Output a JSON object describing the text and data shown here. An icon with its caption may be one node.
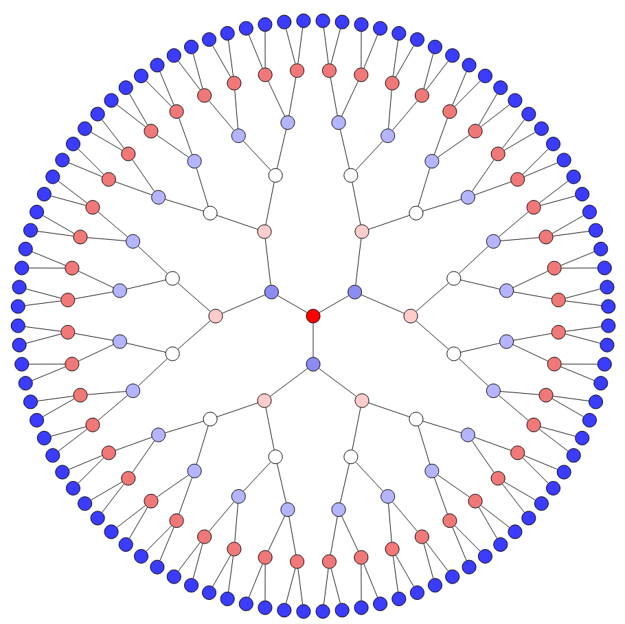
{
  "diagram": {
    "nodes": [
      {
        "text": [],
        "shape": "circle"
      },
      {
        "text": [],
        "shape": "circle"
      },
      {
        "text": [],
        "shape": "circle"
      },
      {
        "text": [],
        "shape": "circle"
      },
      {
        "text": [],
        "shape": "circle"
      },
      {
        "text": [],
        "shape": "circle"
      },
      {
        "text": [],
        "shape": "circle"
      },
      {
        "text": [],
        "shape": "circle"
      },
      {
        "text": [],
        "shape": "circle"
      },
      {
        "text": [],
        "shape": "circle"
      },
      {
        "text": [],
        "shape": "circle"
      },
      {
        "text": [],
        "shape": "circle"
      },
      {
        "text": [],
        "shape": "circle"
      },
      {
        "text": [],
        "shape": "circle"
      },
      {
        "text": [],
        "shape": "circle"
      },
      {
        "text": [],
        "shape": "circle"
      },
      {
        "text": [],
        "shape": "circle"
      },
      {
        "text": [],
        "shape": "circle"
      },
      {
        "text": [],
        "shape": "circle"
      },
      {
        "text": [],
        "shape": "circle"
      },
      {
        "text": [],
        "shape": "circle"
      },
      {
        "text": [],
        "shape": "circle"
      },
      {
        "text": [],
        "shape": "circle"
      },
      {
        "text": [],
        "shape": "circle"
      },
      {
        "text": [],
        "shape": "circle"
      },
      {
        "text": [],
        "shape": "circle"
      },
      {
        "text": [],
        "shape": "circle"
      },
      {
        "text": [],
        "shape": "circle"
      },
      {
        "text": [],
        "shape": "circle"
      },
      {
        "text": [],
        "shape": "circle"
      },
      {
        "text": [],
        "shape": "circle"
      },
      {
        "text": [],
        "shape": "circle"
      },
      {
        "text": [],
        "shape": "circle"
      },
      {
        "text": [],
        "shape": "circle"
      },
      {
        "text": [],
        "shape": "circle"
      },
      {
        "text": [],
        "shape": "circle"
      },
      {
        "text": [],
        "shape": "circle"
      },
      {
        "text": [],
        "shape": "circle"
      },
      {
        "text": [],
        "shape": "circle"
      },
      {
        "text": [],
        "shape": "circle"
      },
      {
        "text": [],
        "shape": "circle"
      },
      {
        "text": [],
        "shape": "circle"
      },
      {
        "text": [],
        "shape": "circle"
      },
      {
        "text": [],
        "shape": "circle"
      },
      {
        "text": [],
        "shape": "circle"
      },
      {
        "text": [],
        "shape": "circle"
      },
      {
        "text": [],
        "shape": "circle"
      },
      {
        "text": [],
        "shape": "circle"
      },
      {
        "text": [],
        "shape": "circle"
      },
      {
        "text": [],
        "shape": "circle"
      },
      {
        "text": [],
        "shape": "circle"
      },
      {
        "text": [],
        "shape": "circle"
      },
      {
        "text": [],
        "shape": "circle"
      },
      {
        "text": [],
        "shape": "circle"
      },
      {
        "text": [],
        "shape": "circle"
      },
      {
        "text": [],
        "shape": "circle"
      },
      {
        "text": [],
        "shape": "circle"
      },
      {
        "text": [],
        "shape": "circle"
      },
      {
        "text": [],
        "shape": "circle"
      },
      {
        "text": [],
        "shape": "circle"
      },
      {
        "text": [],
        "shape": "circle"
      },
      {
        "text": [],
        "shape": "circle"
      },
      {
        "text": [],
        "shape": "circle"
      },
      {
        "text": [],
        "shape": "circle"
      },
      {
        "text": [],
        "shape": "circle"
      },
      {
        "text": [],
        "shape": "circle"
      },
      {
        "text": [],
        "shape": "circle"
      },
      {
        "text": [],
        "shape": "circle"
      },
      {
        "text": [],
        "shape": "circle"
      },
      {
        "text": [],
        "shape": "circle"
      },
      {
        "text": [],
        "shape": "circle"
      },
      {
        "text": [],
        "shape": "circle"
      },
      {
        "text": [],
        "shape": "circle"
      },
      {
        "text": [],
        "shape": "circle"
      },
      {
        "text": [],
        "shape": "circle"
      },
      {
        "text": [],
        "shape": "circle"
      },
      {
        "text": [],
        "shape": "circle"
      },
      {
        "text": [],
        "shape": "circle"
      },
      {
        "text": [],
        "shape": "circle"
      },
      {
        "text": [],
        "shape": "circle"
      },
      {
        "text": [],
        "shape": "circle"
      },
      {
        "text": [],
        "shape": "circle"
      },
      {
        "text": [],
        "shape": "circle"
      },
      {
        "text": [],
        "shape": "circle"
      },
      {
        "text": [],
        "shape": "circle"
      },
      {
        "text": [],
        "shape": "circle"
      },
      {
        "text": [],
        "shape": "circle"
      },
      {
        "text": [],
        "shape": "circle"
      },
      {
        "text": [],
        "shape": "circle"
      },
      {
        "text": [],
        "shape": "circle"
      },
      {
        "text": [],
        "shape": "circle"
      },
      {
        "text": [],
        "shape": "circle"
      },
      {
        "text": [],
        "shape": "circle"
      },
      {
        "text": [],
        "shape": "circle"
      },
      {
        "text": [],
        "shape": "circle"
      },
      {
        "text": [],
        "shape": "circle"
      },
      {
        "text": [],
        "shape": "circle"
      },
      {
        "text": [],
        "shape": "circle"
      },
      {
        "text": [],
        "shape": "circle"
      },
      {
        "text": [],
        "shape": "circle"
      },
      {
        "text": [],
        "shape": "circle"
      },
      {
        "text": [],
        "shape": "circle"
      },
      {
        "text": [],
        "shape": "circle"
      },
      {
        "text": [],
        "shape": "circle"
      },
      {
        "text": [],
        "shape": "circle"
      },
      {
        "text": [],
        "shape": "circle"
      },
      {
        "text": [],
        "shape": "circle"
      },
      {
        "text": [],
        "shape": "circle"
      },
      {
        "text": [],
        "shape": "circle"
      },
      {
        "text": [],
        "shape": "circle"
      },
      {
        "text": [],
        "shape": "circle"
      },
      {
        "text": [],
        "shape": "circle"
      },
      {
        "text": [],
        "shape": "circle"
      },
      {
        "text": [],
        "shape": "circle"
      },
      {
        "text": [],
        "shape": "circle"
      },
      {
        "text": [],
        "shape": "circle"
      },
      {
        "text": [],
        "shape": "circle"
      },
      {
        "text": [],
        "shape": "circle"
      },
      {
        "text": [],
        "shape": "circle"
      },
      {
        "text": [],
        "shape": "circle"
      },
      {
        "text": [],
        "shape": "circle"
      },
      {
        "text": [],
        "shape": "circle"
      },
      {
        "text": [],
        "shape": "circle"
      },
      {
        "text": [],
        "shape": "circle"
      },
      {
        "text": [],
        "shape": "circle"
      },
      {
        "text": [],
        "shape": "circle"
      },
      {
        "text": [],
        "shape": "circle"
      },
      {
        "text": [],
        "shape": "circle"
      },
      {
        "text": [],
        "shape": "circle"
      },
      {
        "text": [],
        "shape": "circle"
      },
      {
        "text": [],
        "shape": "circle"
      },
      {
        "text": [],
        "shape": "circle"
      },
      {
        "text": [],
        "shape": "circle"
      },
      {
        "text": [],
        "shape": "circle"
      },
      {
        "text": [],
        "shape": "circle"
      },
      {
        "text": [],
        "shape": "circle"
      },
      {
        "text": [],
        "shape": "circle"
      },
      {
        "text": [],
        "shape": "circle"
      },
      {
        "text": [],
        "shape": "circle"
      },
      {
        "text": [],
        "shape": "circle"
      },
      {
        "text": [],
        "shape": "circle"
      },
      {
        "text": [],
        "shape": "circle"
      },
      {
        "text": [],
        "shape": "circle"
      },
      {
        "text": [],
        "shape": "circle"
      },
      {
        "text": [],
        "shape": "circle"
      },
      {
        "text": [],
        "shape": "circle"
      },
      {
        "text": [],
        "shape": "circle"
      },
      {
        "text": [],
        "shape": "circle"
      },
      {
        "text": [],
        "shape": "circle"
      },
      {
        "text": [],
        "shape": "circle"
      },
      {
        "text": [],
        "shape": "circle"
      },
      {
        "text": [],
        "shape": "circle"
      },
      {
        "text": [],
        "shape": "circle"
      },
      {
        "text": [],
        "shape": "circle"
      },
      {
        "text": [],
        "shape": "circle"
      },
      {
        "text": [],
        "shape": "circle"
      },
      {
        "text": [],
        "shape": "circle"
      },
      {
        "text": [],
        "shape": "circle"
      },
      {
        "text": [],
        "shape": "circle"
      },
      {
        "text": [],
        "shape": "circle"
      },
      {
        "text": [],
        "shape": "circle"
      },
      {
        "text": [],
        "shape": "circle"
      },
      {
        "text": [],
        "shape": "circle"
      },
      {
        "text": [],
        "shape": "circle"
      },
      {
        "text": [],
        "shape": "circle"
      },
      {
        "text": [],
        "shape": "circle"
      },
      {
        "text": [],
        "shape": "circle"
      },
      {
        "text": [],
        "shape": "circle"
      },
      {
        "text": [],
        "shape": "circle"
      },
      {
        "text": [],
        "shape": "circle"
      },
      {
        "text": [],
        "shape": "circle"
      },
      {
        "text": [],
        "shape": "circle"
      },
      {
        "text": [],
        "shape": "circle"
      },
      {
        "text": [],
        "shape": "circle"
      },
      {
        "text": [],
        "shape": "circle"
      },
      {
        "text": [],
        "shape": "circle"
      },
      {
        "text": [],
        "shape": "circle"
      },
      {
        "text": [],
        "shape": "circle"
      },
      {
        "text": [],
        "shape": "circle"
      },
      {
        "text": [],
        "shape": "circle"
      },
      {
        "text": [],
        "shape": "circle"
      },
      {
        "text": [],
        "shape": "circle"
      },
      {
        "text": [],
        "shape": "circle"
      },
      {
        "text": [],
        "shape": "circle"
      },
      {
        "text": [],
        "shape": "circle"
      },
      {
        "text": [],
        "shape": "circle"
      },
      {
        "text": [],
        "shape": "circle"
      },
      {
        "text": [],
        "shape": "circle"
      },
      {
        "text": [],
        "shape": "circle"
      },
      {
        "text": [],
        "shape": "circle"
      }
    ],
    "edges": [
      {
        "from": 0,
        "to": 1,
        "arrow": "none"
      },
      {
        "from": 0,
        "to": 2,
        "arrow": "none"
      },
      {
        "from": 0,
        "to": 3,
        "arrow": "none"
      },
      {
        "from": 1,
        "to": 4,
        "arrow": "none"
      },
      {
        "from": 1,
        "to": 5,
        "arrow": "none"
      },
      {
        "from": 2,
        "to": 6,
        "arrow": "none"
      },
      {
        "from": 2,
        "to": 7,
        "arrow": "none"
      },
      {
        "from": 3,
        "to": 8,
        "arrow": "none"
      },
      {
        "from": 3,
        "to": 9,
        "arrow": "none"
      },
      {
        "from": 4,
        "to": 10,
        "arrow": "none"
      },
      {
        "from": 4,
        "to": 11,
        "arrow": "none"
      },
      {
        "from": 5,
        "to": 12,
        "arrow": "none"
      },
      {
        "from": 5,
        "to": 13,
        "arrow": "none"
      },
      {
        "from": 6,
        "to": 14,
        "arrow": "none"
      },
      {
        "from": 6,
        "to": 15,
        "arrow": "none"
      },
      {
        "from": 7,
        "to": 16,
        "arrow": "none"
      },
      {
        "from": 7,
        "to": 17,
        "arrow": "none"
      },
      {
        "from": 8,
        "to": 18,
        "arrow": "none"
      },
      {
        "from": 8,
        "to": 19,
        "arrow": "none"
      },
      {
        "from": 9,
        "to": 20,
        "arrow": "none"
      },
      {
        "from": 9,
        "to": 21,
        "arrow": "none"
      },
      {
        "from": 10,
        "to": 22,
        "arrow": "none"
      },
      {
        "from": 10,
        "to": 23,
        "arrow": "none"
      },
      {
        "from": 11,
        "to": 24,
        "arrow": "none"
      },
      {
        "from": 11,
        "to": 25,
        "arrow": "none"
      },
      {
        "from": 12,
        "to": 26,
        "arrow": "none"
      },
      {
        "from": 12,
        "to": 27,
        "arrow": "none"
      },
      {
        "from": 13,
        "to": 28,
        "arrow": "none"
      },
      {
        "from": 13,
        "to": 29,
        "arrow": "none"
      },
      {
        "from": 14,
        "to": 30,
        "arrow": "none"
      },
      {
        "from": 14,
        "to": 31,
        "arrow": "none"
      },
      {
        "from": 15,
        "to": 32,
        "arrow": "none"
      },
      {
        "from": 15,
        "to": 33,
        "arrow": "none"
      },
      {
        "from": 16,
        "to": 34,
        "arrow": "none"
      },
      {
        "from": 16,
        "to": 35,
        "arrow": "none"
      },
      {
        "from": 17,
        "to": 36,
        "arrow": "none"
      },
      {
        "from": 17,
        "to": 37,
        "arrow": "none"
      },
      {
        "from": 18,
        "to": 38,
        "arrow": "none"
      },
      {
        "from": 18,
        "to": 39,
        "arrow": "none"
      },
      {
        "from": 19,
        "to": 40,
        "arrow": "none"
      },
      {
        "from": 19,
        "to": 41,
        "arrow": "none"
      },
      {
        "from": 20,
        "to": 42,
        "arrow": "none"
      },
      {
        "from": 20,
        "to": 43,
        "arrow": "none"
      },
      {
        "from": 21,
        "to": 44,
        "arrow": "none"
      },
      {
        "from": 21,
        "to": 45,
        "arrow": "none"
      },
      {
        "from": 22,
        "to": 46,
        "arrow": "none"
      },
      {
        "from": 22,
        "to": 47,
        "arrow": "none"
      },
      {
        "from": 23,
        "to": 48,
        "arrow": "none"
      },
      {
        "from": 23,
        "to": 49,
        "arrow": "none"
      },
      {
        "from": 24,
        "to": 50,
        "arrow": "none"
      },
      {
        "from": 24,
        "to": 51,
        "arrow": "none"
      },
      {
        "from": 25,
        "to": 52,
        "arrow": "none"
      },
      {
        "from": 25,
        "to": 53,
        "arrow": "none"
      },
      {
        "from": 26,
        "to": 54,
        "arrow": "none"
      },
      {
        "from": 26,
        "to": 55,
        "arrow": "none"
      },
      {
        "from": 27,
        "to": 56,
        "arrow": "none"
      },
      {
        "from": 27,
        "to": 57,
        "arrow": "none"
      },
      {
        "from": 28,
        "to": 58,
        "arrow": "none"
      },
      {
        "from": 28,
        "to": 59,
        "arrow": "none"
      },
      {
        "from": 29,
        "to": 60,
        "arrow": "none"
      },
      {
        "from": 29,
        "to": 61,
        "arrow": "none"
      },
      {
        "from": 30,
        "to": 62,
        "arrow": "none"
      },
      {
        "from": 30,
        "to": 63,
        "arrow": "none"
      },
      {
        "from": 31,
        "to": 64,
        "arrow": "none"
      },
      {
        "from": 31,
        "to": 65,
        "arrow": "none"
      },
      {
        "from": 32,
        "to": 66,
        "arrow": "none"
      },
      {
        "from": 32,
        "to": 67,
        "arrow": "none"
      },
      {
        "from": 33,
        "to": 68,
        "arrow": "none"
      },
      {
        "from": 33,
        "to": 69,
        "arrow": "none"
      },
      {
        "from": 34,
        "to": 70,
        "arrow": "none"
      },
      {
        "from": 34,
        "to": 71,
        "arrow": "none"
      },
      {
        "from": 35,
        "to": 72,
        "arrow": "none"
      },
      {
        "from": 35,
        "to": 73,
        "arrow": "none"
      },
      {
        "from": 36,
        "to": 74,
        "arrow": "none"
      },
      {
        "from": 36,
        "to": 75,
        "arrow": "none"
      },
      {
        "from": 37,
        "to": 76,
        "arrow": "none"
      },
      {
        "from": 37,
        "to": 77,
        "arrow": "none"
      },
      {
        "from": 38,
        "to": 78,
        "arrow": "none"
      },
      {
        "from": 38,
        "to": 79,
        "arrow": "none"
      },
      {
        "from": 39,
        "to": 80,
        "arrow": "none"
      },
      {
        "from": 39,
        "to": 81,
        "arrow": "none"
      },
      {
        "from": 40,
        "to": 82,
        "arrow": "none"
      },
      {
        "from": 40,
        "to": 83,
        "arrow": "none"
      },
      {
        "from": 41,
        "to": 84,
        "arrow": "none"
      },
      {
        "from": 41,
        "to": 85,
        "arrow": "none"
      },
      {
        "from": 42,
        "to": 86,
        "arrow": "none"
      },
      {
        "from": 42,
        "to": 87,
        "arrow": "none"
      },
      {
        "from": 43,
        "to": 88,
        "arrow": "none"
      },
      {
        "from": 43,
        "to": 89,
        "arrow": "none"
      },
      {
        "from": 44,
        "to": 90,
        "arrow": "none"
      },
      {
        "from": 44,
        "to": 91,
        "arrow": "none"
      },
      {
        "from": 45,
        "to": 92,
        "arrow": "none"
      },
      {
        "from": 45,
        "to": 93,
        "arrow": "none"
      },
      {
        "from": 46,
        "to": 94,
        "arrow": "none"
      },
      {
        "from": 46,
        "to": 95,
        "arrow": "none"
      },
      {
        "from": 47,
        "to": 96,
        "arrow": "none"
      },
      {
        "from": 47,
        "to": 97,
        "arrow": "none"
      },
      {
        "from": 48,
        "to": 98,
        "arrow": "none"
      },
      {
        "from": 48,
        "to": 99,
        "arrow": "none"
      },
      {
        "from": 49,
        "to": 100,
        "arrow": "none"
      },
      {
        "from": 49,
        "to": 101,
        "arrow": "none"
      },
      {
        "from": 50,
        "to": 102,
        "arrow": "none"
      },
      {
        "from": 50,
        "to": 103,
        "arrow": "none"
      },
      {
        "from": 51,
        "to": 104,
        "arrow": "none"
      },
      {
        "from": 51,
        "to": 105,
        "arrow": "none"
      },
      {
        "from": 52,
        "to": 106,
        "arrow": "none"
      },
      {
        "from": 52,
        "to": 107,
        "arrow": "none"
      },
      {
        "from": 53,
        "to": 108,
        "arrow": "none"
      },
      {
        "from": 53,
        "to": 109,
        "arrow": "none"
      },
      {
        "from": 54,
        "to": 110,
        "arrow": "none"
      },
      {
        "from": 54,
        "to": 111,
        "arrow": "none"
      },
      {
        "from": 55,
        "to": 112,
        "arrow": "none"
      },
      {
        "from": 55,
        "to": 113,
        "arrow": "none"
      },
      {
        "from": 56,
        "to": 114,
        "arrow": "none"
      },
      {
        "from": 56,
        "to": 115,
        "arrow": "none"
      },
      {
        "from": 57,
        "to": 116,
        "arrow": "none"
      },
      {
        "from": 57,
        "to": 117,
        "arrow": "none"
      },
      {
        "from": 58,
        "to": 118,
        "arrow": "none"
      },
      {
        "from": 58,
        "to": 119,
        "arrow": "none"
      },
      {
        "from": 59,
        "to": 120,
        "arrow": "none"
      },
      {
        "from": 59,
        "to": 121,
        "arrow": "none"
      },
      {
        "from": 60,
        "to": 122,
        "arrow": "none"
      },
      {
        "from": 60,
        "to": 123,
        "arrow": "none"
      },
      {
        "from": 61,
        "to": 124,
        "arrow": "none"
      },
      {
        "from": 61,
        "to": 125,
        "arrow": "none"
      },
      {
        "from": 62,
        "to": 126,
        "arrow": "none"
      },
      {
        "from": 62,
        "to": 127,
        "arrow": "none"
      },
      {
        "from": 63,
        "to": 128,
        "arrow": "none"
      },
      {
        "from": 63,
        "to": 129,
        "arrow": "none"
      },
      {
        "from": 64,
        "to": 130,
        "arrow": "none"
      },
      {
        "from": 64,
        "to": 131,
        "arrow": "none"
      },
      {
        "from": 65,
        "to": 132,
        "arrow": "none"
      },
      {
        "from": 65,
        "to": 133,
        "arrow": "none"
      },
      {
        "from": 66,
        "to": 134,
        "arrow": "none"
      },
      {
        "from": 66,
        "to": 135,
        "arrow": "none"
      },
      {
        "from": 67,
        "to": 136,
        "arrow": "none"
      },
      {
        "from": 67,
        "to": 137,
        "arrow": "none"
      },
      {
        "from": 68,
        "to": 138,
        "arrow": "none"
      },
      {
        "from": 68,
        "to": 139,
        "arrow": "none"
      },
      {
        "from": 69,
        "to": 140,
        "arrow": "none"
      },
      {
        "from": 69,
        "to": 141,
        "arrow": "none"
      },
      {
        "from": 70,
        "to": 142,
        "arrow": "none"
      },
      {
        "from": 70,
        "to": 143,
        "arrow": "none"
      },
      {
        "from": 71,
        "to": 144,
        "arrow": "none"
      },
      {
        "from": 71,
        "to": 145,
        "arrow": "none"
      },
      {
        "from": 72,
        "to": 146,
        "arrow": "none"
      },
      {
        "from": 72,
        "to": 147,
        "arrow": "none"
      },
      {
        "from": 73,
        "to": 148,
        "arrow": "none"
      },
      {
        "from": 73,
        "to": 149,
        "arrow": "none"
      },
      {
        "from": 74,
        "to": 150,
        "arrow": "none"
      },
      {
        "from": 74,
        "to": 151,
        "arrow": "none"
      },
      {
        "from": 75,
        "to": 152,
        "arrow": "none"
      },
      {
        "from": 75,
        "to": 153,
        "arrow": "none"
      },
      {
        "from": 76,
        "to": 154,
        "arrow": "none"
      },
      {
        "from": 76,
        "to": 155,
        "arrow": "none"
      },
      {
        "from": 77,
        "to": 156,
        "arrow": "none"
      },
      {
        "from": 77,
        "to": 157,
        "arrow": "none"
      },
      {
        "from": 78,
        "to": 158,
        "arrow": "none"
      },
      {
        "from": 78,
        "to": 159,
        "arrow": "none"
      },
      {
        "from": 79,
        "to": 160,
        "arrow": "none"
      },
      {
        "from": 79,
        "to": 161,
        "arrow": "none"
      },
      {
        "from": 80,
        "to": 162,
        "arrow": "none"
      },
      {
        "from": 80,
        "to": 163,
        "arrow": "none"
      },
      {
        "from": 81,
        "to": 164,
        "arrow": "none"
      },
      {
        "from": 81,
        "to": 165,
        "arrow": "none"
      },
      {
        "from": 82,
        "to": 166,
        "arrow": "none"
      },
      {
        "from": 82,
        "to": 167,
        "arrow": "none"
      },
      {
        "from": 83,
        "to": 168,
        "arrow": "none"
      },
      {
        "from": 83,
        "to": 169,
        "arrow": "none"
      },
      {
        "from": 84,
        "to": 170,
        "arrow": "none"
      },
      {
        "from": 84,
        "to": 171,
        "arrow": "none"
      },
      {
        "from": 85,
        "to": 172,
        "arrow": "none"
      },
      {
        "from": 85,
        "to": 173,
        "arrow": "none"
      },
      {
        "from": 86,
        "to": 174,
        "arrow": "none"
      },
      {
        "from": 86,
        "to": 175,
        "arrow": "none"
      },
      {
        "from": 87,
        "to": 176,
        "arrow": "none"
      },
      {
        "from": 87,
        "to": 177,
        "arrow": "none"
      },
      {
        "from": 88,
        "to": 178,
        "arrow": "none"
      },
      {
        "from": 88,
        "to": 179,
        "arrow": "none"
      },
      {
        "from": 89,
        "to": 180,
        "arrow": "none"
      },
      {
        "from": 89,
        "to": 181,
        "arrow": "none"
      },
      {
        "from": 90,
        "to": 182,
        "arrow": "none"
      },
      {
        "from": 90,
        "to": 183,
        "arrow": "none"
      },
      {
        "from": 91,
        "to": 184,
        "arrow": "none"
      },
      {
        "from": 91,
        "to": 185,
        "arrow": "none"
      },
      {
        "from": 92,
        "to": 186,
        "arrow": "none"
      },
      {
        "from": 92,
        "to": 187,
        "arrow": "none"
      },
      {
        "from": 93,
        "to": 188,
        "arrow": "none"
      },
      {
        "from": 93,
        "to": 189,
        "arrow": "none"
      }
    ]
  }
}
